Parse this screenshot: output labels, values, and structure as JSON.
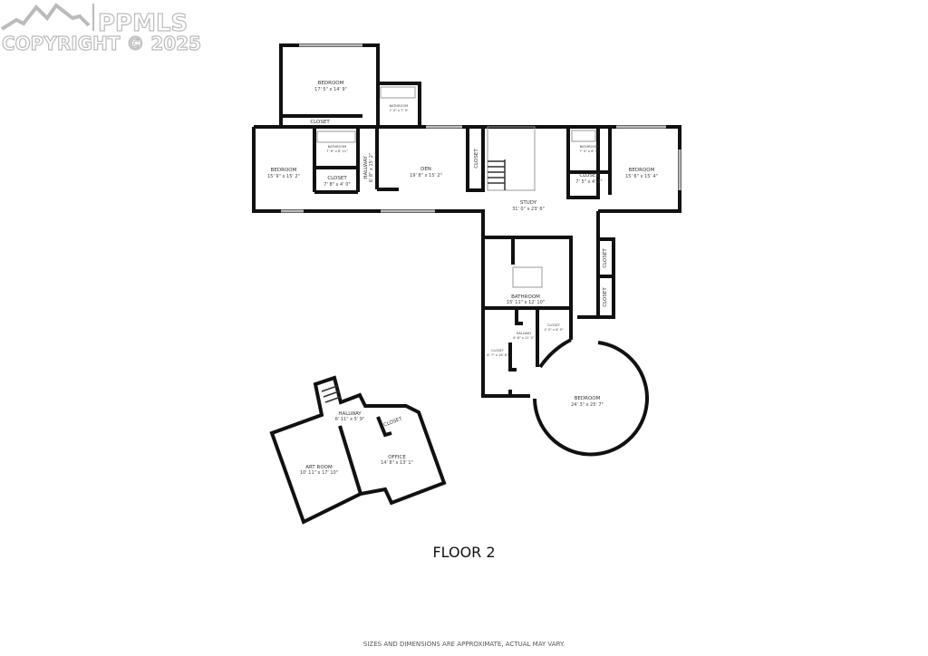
{
  "watermark": {
    "brand": "PPMLS",
    "copyright": "COPYRIGHT © 2025"
  },
  "floor_title": "FLOOR 2",
  "disclaimer": "SIZES AND DIMENSIONS ARE APPROXIMATE, ACTUAL MAY VARY.",
  "rooms": {
    "bedroom_top": {
      "name": "BEDROOM",
      "dim": "17' 5\" x 14' 9\""
    },
    "bath_top": {
      "name": "BATHROOM",
      "dim": "7' 0\" x 7' 9\""
    },
    "closet_top": {
      "name": "CLOSET"
    },
    "bedroom_left": {
      "name": "BEDROOM",
      "dim": "15' 9\" x 15' 2\""
    },
    "bath_left": {
      "name": "BATHROOM",
      "dim": "7' 6\" x 8' 11\""
    },
    "closet_left": {
      "name": "CLOSET",
      "dim": "7' 8\" x 4' 0\""
    },
    "hallway_left": {
      "name": "HALLWAY",
      "dim": "6' 8\" x 15' 2\""
    },
    "den": {
      "name": "DEN",
      "dim": "19' 8\" x 15' 2\""
    },
    "closet_den": {
      "name": "CLOSET"
    },
    "study": {
      "name": "STUDY",
      "dim": "31' 0\" x 23' 6\""
    },
    "bath_right": {
      "name": "BATHROOM",
      "dim": "7' 0\" x 6' 9\""
    },
    "closet_right": {
      "name": "CLOSET",
      "dim": "7' 5\" x 4' 2\""
    },
    "bedroom_right": {
      "name": "BEDROOM",
      "dim": "15' 6\" x 15' 4\""
    },
    "bathroom_main": {
      "name": "BATHROOM",
      "dim": "15' 11\" x 12' 10\""
    },
    "closet_mid": {
      "name": "CLOSET",
      "dim": "4' 0\" x 6' 9\""
    },
    "hallway_mid": {
      "name": "HALLWAY",
      "dim": "6' 8\" x 11' 2\""
    },
    "closet_low": {
      "name": "CLOSET",
      "dim": "6' 7\" x 16' 8\""
    },
    "closet_r1": {
      "name": "CLOSET"
    },
    "closet_r2": {
      "name": "CLOSET"
    },
    "bedroom_round": {
      "name": "BEDROOM",
      "dim": "24' 3\" x 25' 7\""
    },
    "hallway_annex": {
      "name": "HALLWAY",
      "dim": "6' 11\" x 5' 9\""
    },
    "closet_annex": {
      "name": "CLOSET"
    },
    "art_room": {
      "name": "ART ROOM",
      "dim": "10' 11\" x 17' 10\""
    },
    "office": {
      "name": "OFFICE",
      "dim": "14' 8\" x 13' 1\""
    }
  }
}
